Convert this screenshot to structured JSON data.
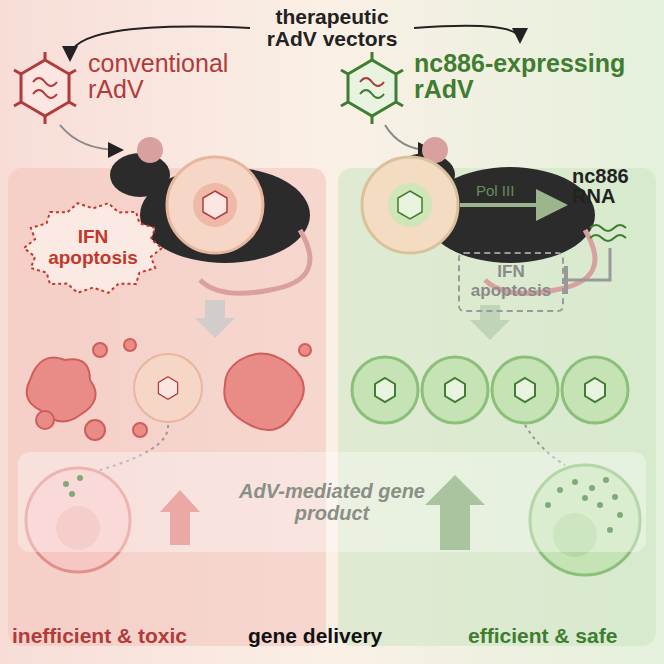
{
  "diagram": {
    "title": "therapeutic rAdV vectors",
    "nodes": [
      {
        "text": [
          "IFN apoptosis"
        ]
      },
      {
        "text": [
          "IFN apoptosis"
        ]
      },
      {
        "text": [
          "AdV-mediated gene product"
        ]
      }
    ],
    "labels": [
      "conventional rAdV",
      "nc886-expressing rAdV",
      "Pol III",
      "nc886 RNA",
      "inefficient & toxic",
      "gene delivery",
      "efficient & safe"
    ]
  }
}
